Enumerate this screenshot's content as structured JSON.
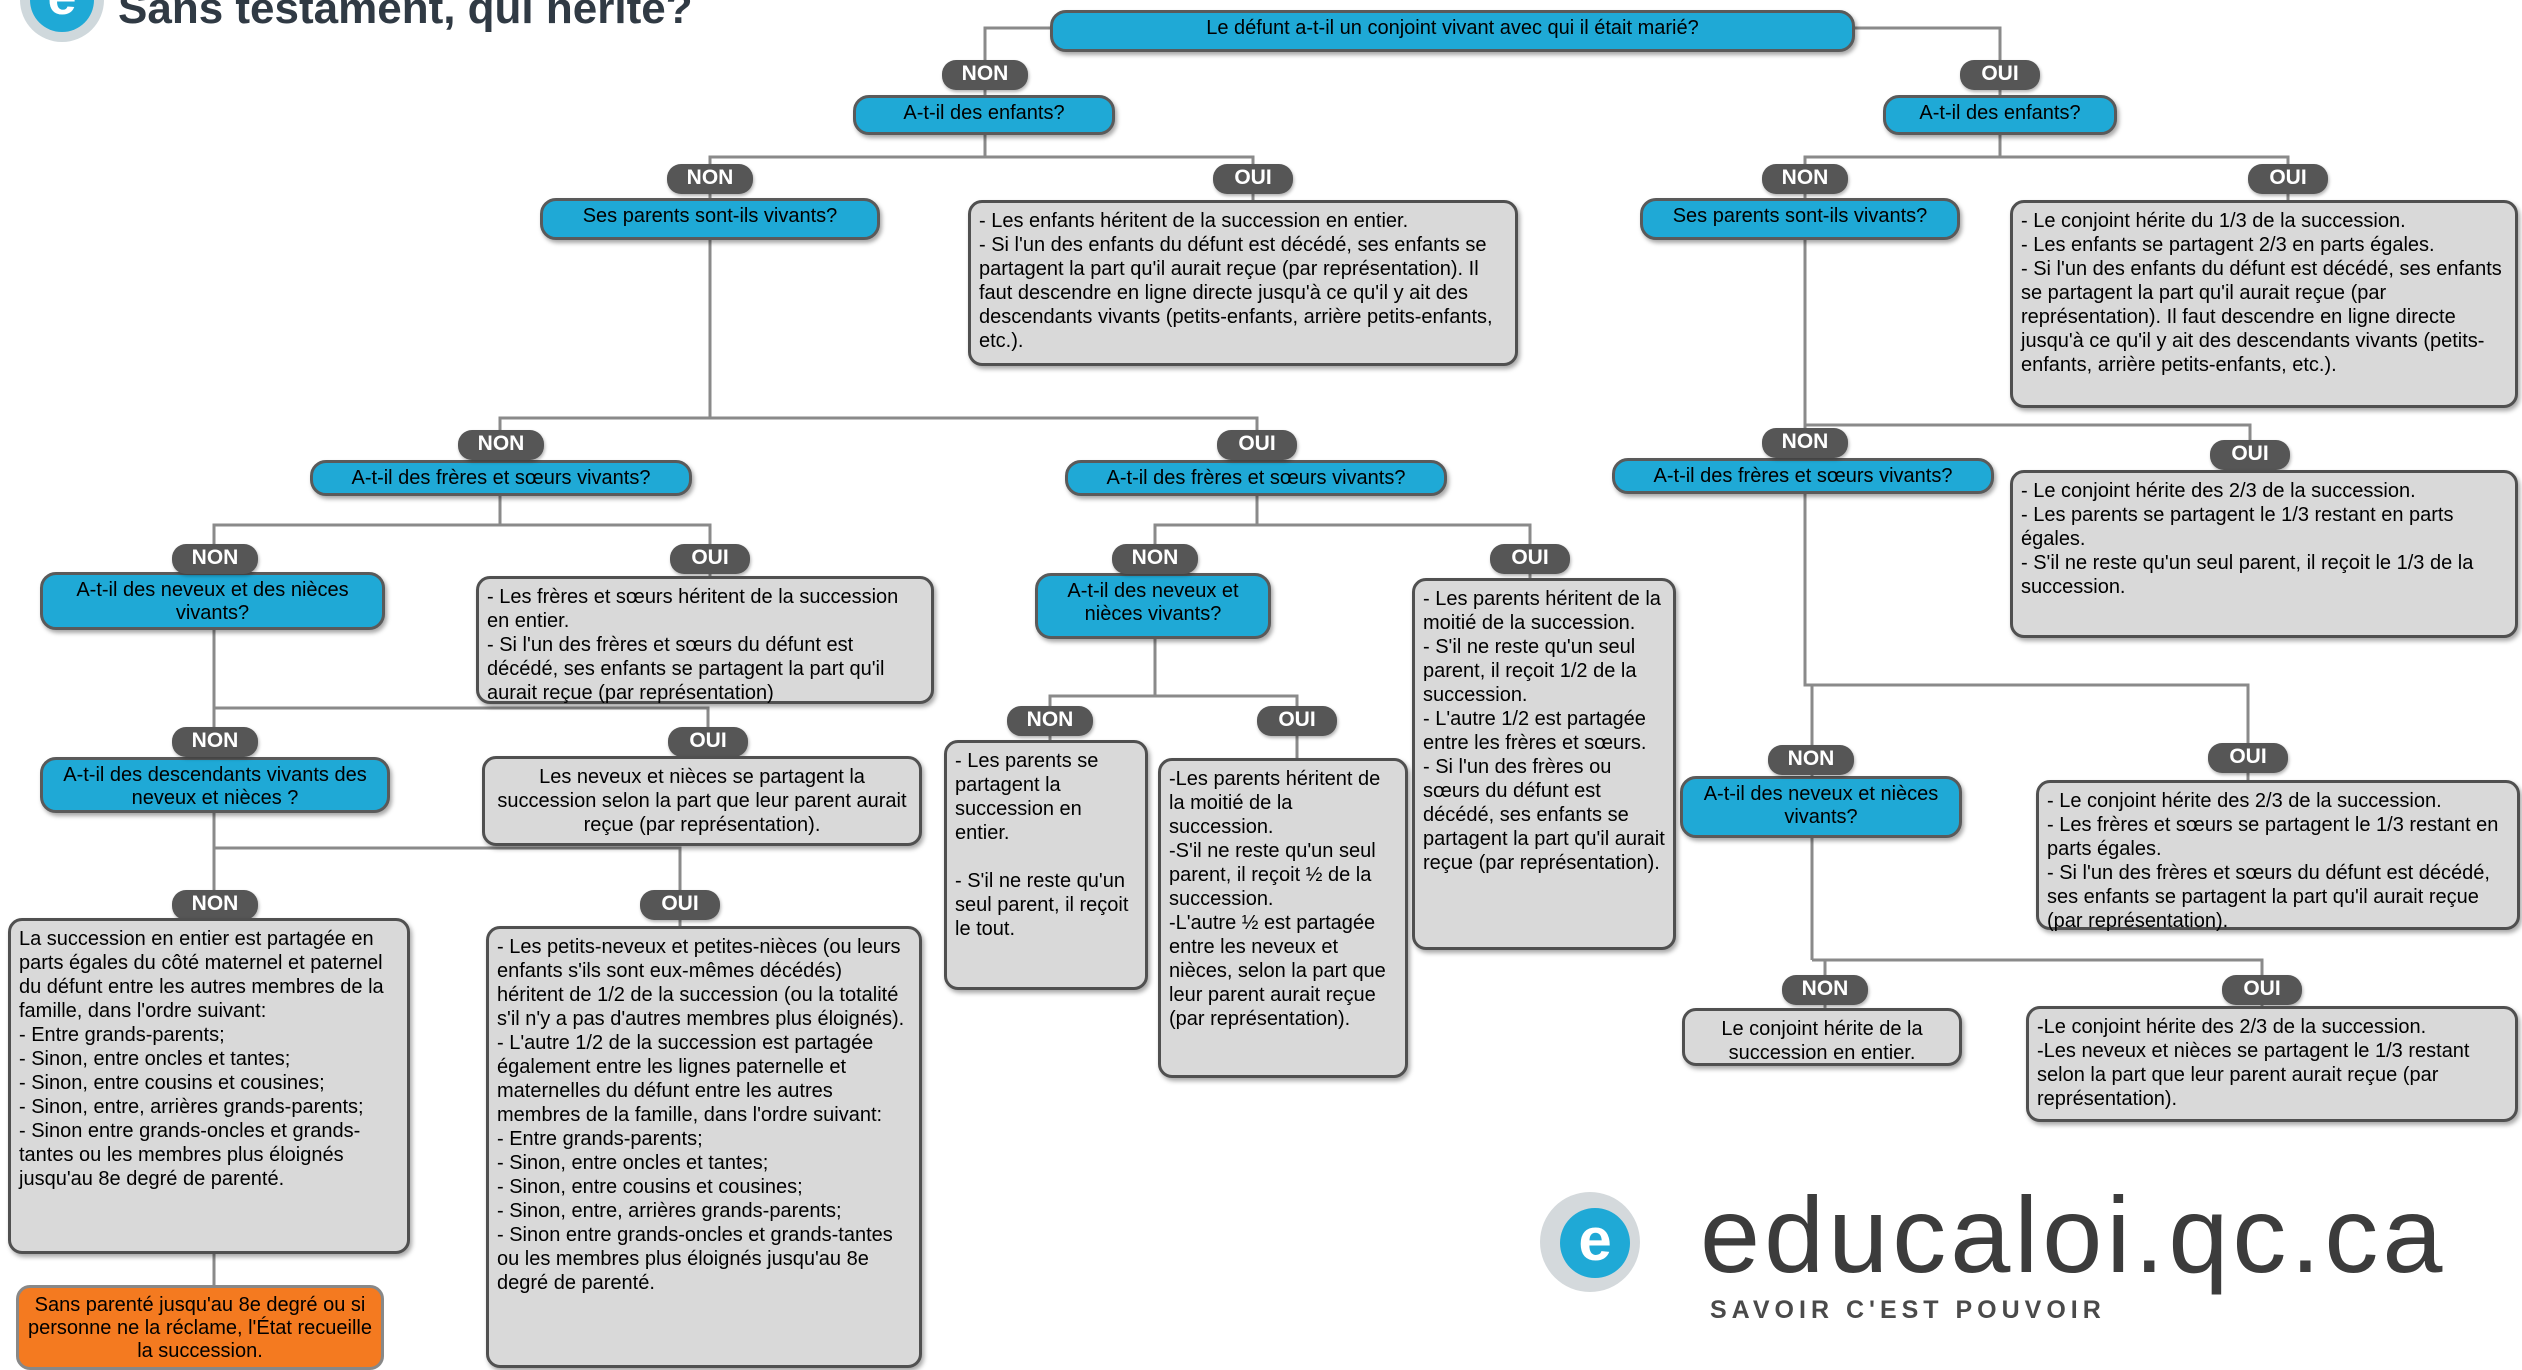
{
  "header": {
    "title": "Sans testament, qui hérite?"
  },
  "logo": {
    "brand": "educaloi.qc.ca",
    "tagline": "SAVOIR C'EST POUVOIR",
    "letter": "e"
  },
  "colors": {
    "question": "#1fa9d6",
    "answer": "#d9d9d9",
    "label": "#565656",
    "state": "#f47a20"
  },
  "labels": {
    "yes": "OUI",
    "no": "NON"
  },
  "questions": {
    "q_root": "Le défunt a-t-il un conjoint vivant avec qui il était marié?",
    "q_children_left": "A-t-il des enfants?",
    "q_children_right": "A-t-il des enfants?",
    "q_parents_left": "Ses parents sont-ils vivants?",
    "q_parents_right": "Ses parents sont-ils vivants?",
    "q_siblings_a": "A-t-il des frères et sœurs vivants?",
    "q_siblings_b": "A-t-il des frères et sœurs vivants?",
    "q_siblings_c": "A-t-il des frères et sœurs vivants?",
    "q_nephews_a": "A-t-il des neveux et des nièces vivants?",
    "q_nephews_b": "A-t-il des neveux et nièces vivants?",
    "q_nephews_c": "A-t-il des neveux et nièces vivants?",
    "q_descendants": "A-t-il des descendants vivants des neveux et nièces ?"
  },
  "answers": {
    "a_children_no_spouse": "- Les enfants héritent de la succession en entier.\n- Si l'un des enfants du défunt est décédé, ses enfants se partagent la part qu'il aurait reçue (par représentation). Il faut descendre en ligne directe jusqu'à ce qu'il y ait des descendants vivants (petits-enfants, arrière petits-enfants, etc.).",
    "a_children_spouse": "- Le conjoint hérite du 1/3 de la succession.\n- Les enfants se partagent 2/3 en parts égales.\n- Si l'un des enfants du défunt est décédé, ses enfants se partagent la part qu'il aurait reçue (par représentation). Il faut descendre en ligne directe jusqu'à ce qu'il y ait des descendants vivants (petits-enfants, arrière petits-enfants, etc.).",
    "a_siblings_only": "- Les frères et sœurs héritent de la succession en entier.\n- Si l'un des frères et sœurs du défunt est décédé, ses enfants se partagent la part qu'il aurait reçue (par représentation)",
    "a_nephews_only": "Les neveux et nièces se partagent la succession selon la part que leur parent aurait reçue (par représentation).",
    "a_no_descendants": "La succession en entier est partagée en parts égales du côté maternel et paternel du défunt entre les autres membres de la famille, dans l'ordre suivant:\n- Entre grands-parents;\n- Sinon, entre oncles et tantes;\n- Sinon, entre cousins et cousines;\n- Sinon, entre, arrières grands-parents;\n- Sinon entre grands-oncles et grands-tantes ou les membres plus éloignés jusqu'au 8e degré de parenté.",
    "a_descendants": "- Les petits-neveux et petites-nièces (ou leurs enfants s'ils sont eux-mêmes décédés) héritent de 1/2 de la succession (ou la totalité s'il n'y a pas d'autres membres plus éloignés).\n- L'autre 1/2 de la succession est partagée également entre les lignes paternelle et maternelles du défunt entre les autres membres de la famille, dans l'ordre suivant:\n- Entre grands-parents;\n- Sinon, entre oncles et tantes;\n- Sinon, entre cousins et cousines;\n- Sinon, entre, arrières grands-parents;\n- Sinon entre grands-oncles et grands-tantes ou les membres plus éloignés jusqu'au 8e degré de parenté.",
    "a_state": "Sans parenté jusqu'au 8e degré ou si personne ne la réclame, l'État recueille la succession.",
    "a_parents_only": "- Les parents se partagent la succession en entier.\n\n- S'il ne reste qu'un seul parent, il reçoit le tout.",
    "a_parents_nephews": "-Les parents héritent de la moitié de la succession.\n-S'il ne reste qu'un seul parent, il reçoit ½ de la succession.\n-L'autre ½ est partagée entre les neveux et nièces, selon la part que leur parent aurait reçue (par représentation).",
    "a_parents_siblings": "- Les parents héritent de la moitié de la succession.\n- S'il ne reste qu'un seul parent, il reçoit 1/2 de la succession.\n- L'autre 1/2 est partagée entre les frères et sœurs.\n- Si l'un des frères ou sœurs du défunt est décédé, ses enfants se partagent la part qu'il aurait reçue (par représentation).",
    "a_spouse_parents": "- Le conjoint hérite des 2/3 de la succession.\n- Les parents se partagent le 1/3 restant en parts égales.\n- S'il ne reste qu'un seul parent, il reçoit le 1/3 de la succession.",
    "a_spouse_siblings": "- Le conjoint hérite des 2/3 de la succession.\n- Les frères et sœurs se partagent le 1/3 restant en parts égales.\n- Si l'un des frères et sœurs du défunt est décédé, ses enfants se partagent la part qu'il aurait reçue (par représentation).",
    "a_spouse_all": "Le conjoint hérite de la succession en entier.",
    "a_spouse_nephews": "-Le conjoint hérite des 2/3 de la succession.\n-Les neveux et nièces se partagent le 1/3 restant selon la part que leur parent aurait reçue (par représentation)."
  }
}
